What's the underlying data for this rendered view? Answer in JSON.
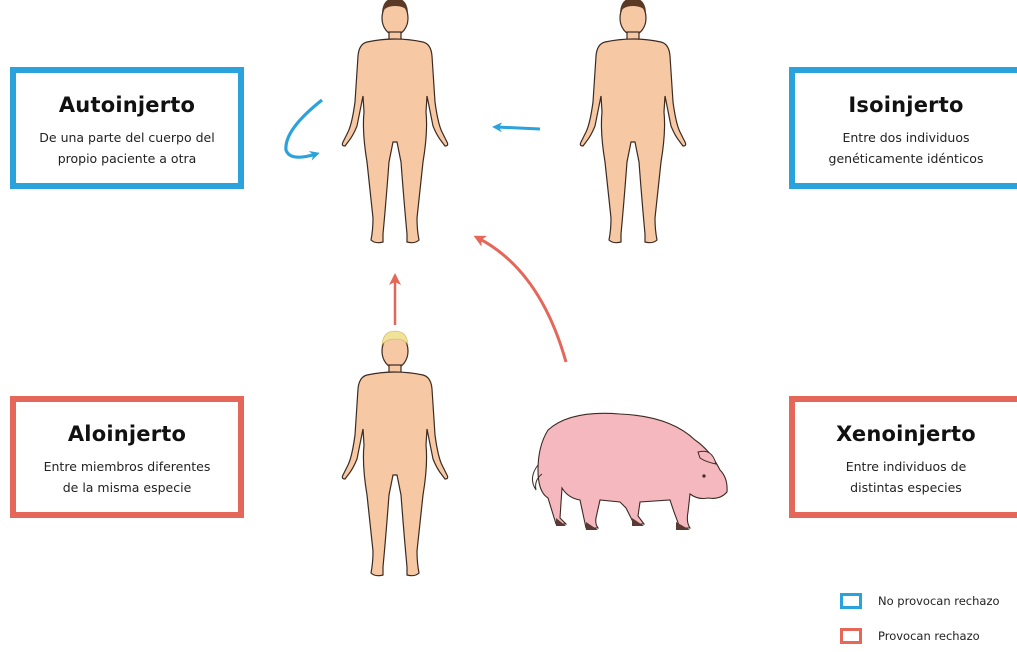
{
  "colors": {
    "no_rejection": "#2aa3dc",
    "rejection": "#e5675a",
    "skin": "#f6c8a3",
    "outline": "#3b2a22",
    "hair_dark": "#5a3a24",
    "hair_blond": "#f1e29a",
    "pig": "#f6b8bf"
  },
  "boxes": {
    "autoinjerto": {
      "title": "Autoinjerto",
      "desc_line1": "De una parte del cuerpo del",
      "desc_line2": "propio paciente a otra",
      "type": "no_rejection"
    },
    "isoinjerto": {
      "title": "Isoinjerto",
      "desc_line1": "Entre dos individuos",
      "desc_line2": "genéticamente idénticos",
      "type": "no_rejection"
    },
    "aloinjerto": {
      "title": "Aloinjerto",
      "desc_line1": "Entre miembros diferentes",
      "desc_line2": "de la misma especie",
      "type": "rejection"
    },
    "xenoinjerto": {
      "title": "Xenoinjerto",
      "desc_line1": "Entre individuos de",
      "desc_line2": "distintas especies",
      "type": "rejection"
    }
  },
  "legend": {
    "no_rejection": "No provocan rechazo",
    "rejection": "Provocan rechazo"
  },
  "figures": [
    "human-recipient",
    "human-twin",
    "human-donor",
    "pig-donor"
  ]
}
